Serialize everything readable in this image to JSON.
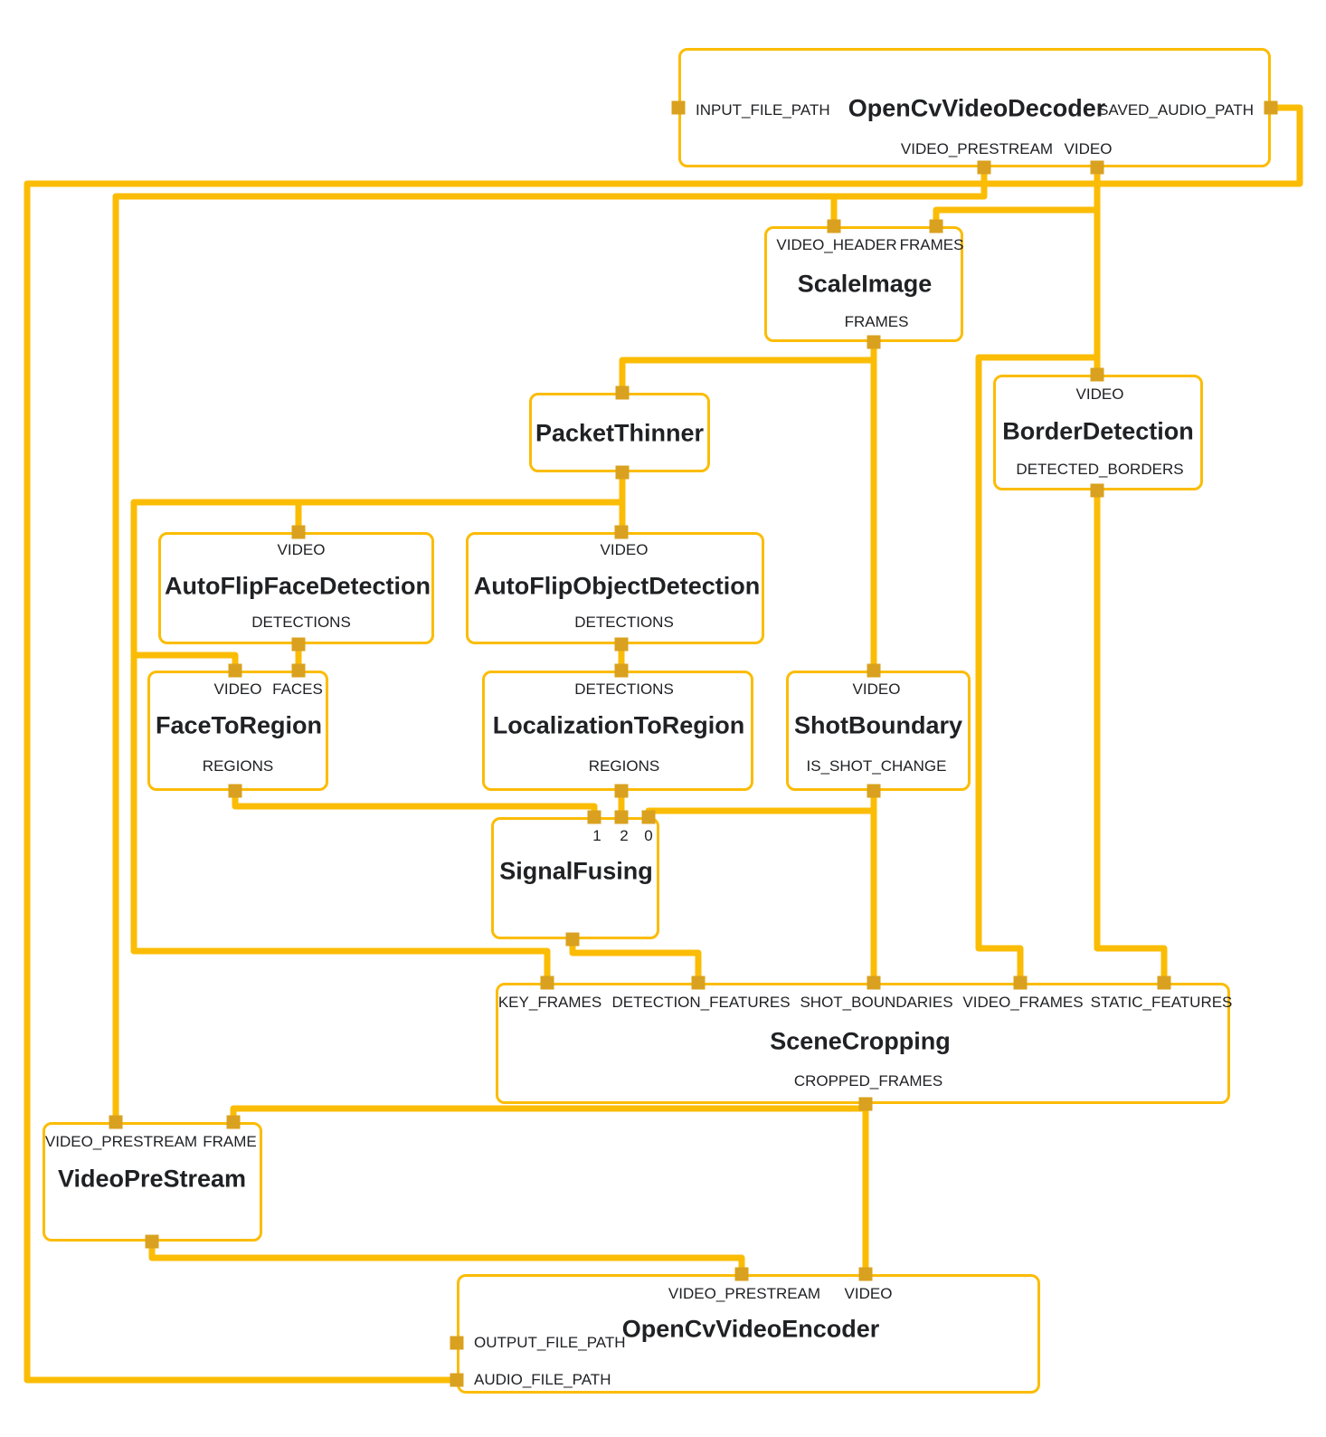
{
  "diagram": {
    "colors": {
      "edge": "#FBBC05",
      "port": "#D9A11F",
      "node_border": "#FBBC05",
      "text": "#202124",
      "bg": "#FFFFFF"
    },
    "nodes": {
      "decoder": {
        "title": "OpenCvVideoDecoder",
        "ports": {
          "input_file_path": "INPUT_FILE_PATH",
          "saved_audio_path": "SAVED_AUDIO_PATH",
          "video_prestream": "VIDEO_PRESTREAM",
          "video": "VIDEO"
        }
      },
      "scale_image": {
        "title": "ScaleImage",
        "ports": {
          "video_header": "VIDEO_HEADER",
          "frames_in": "FRAMES",
          "frames_out": "FRAMES"
        }
      },
      "packet_thinner": {
        "title": "PacketThinner"
      },
      "border_detection": {
        "title": "BorderDetection",
        "ports": {
          "video": "VIDEO",
          "detected_borders": "DETECTED_BORDERS"
        }
      },
      "face_detection": {
        "title": "AutoFlipFaceDetection",
        "ports": {
          "video": "VIDEO",
          "detections": "DETECTIONS"
        }
      },
      "object_detection": {
        "title": "AutoFlipObjectDetection",
        "ports": {
          "video": "VIDEO",
          "detections": "DETECTIONS"
        }
      },
      "face_to_region": {
        "title": "FaceToRegion",
        "ports": {
          "video": "VIDEO",
          "faces": "FACES",
          "regions": "REGIONS"
        }
      },
      "localization_to_region": {
        "title": "LocalizationToRegion",
        "ports": {
          "detections": "DETECTIONS",
          "regions": "REGIONS"
        }
      },
      "shot_boundary": {
        "title": "ShotBoundary",
        "ports": {
          "video": "VIDEO",
          "is_shot_change": "IS_SHOT_CHANGE"
        }
      },
      "signal_fusing": {
        "title": "SignalFusing",
        "ports": {
          "in1": "1",
          "in2": "2",
          "in0": "0"
        }
      },
      "scene_cropping": {
        "title": "SceneCropping",
        "ports": {
          "key_frames": "KEY_FRAMES",
          "detection_features": "DETECTION_FEATURES",
          "shot_boundaries": "SHOT_BOUNDARIES",
          "video_frames": "VIDEO_FRAMES",
          "static_features": "STATIC_FEATURES",
          "cropped_frames": "CROPPED_FRAMES"
        }
      },
      "video_prestream": {
        "title": "VideoPreStream",
        "ports": {
          "video_prestream": "VIDEO_PRESTREAM",
          "frame": "FRAME"
        }
      },
      "encoder": {
        "title": "OpenCvVideoEncoder",
        "ports": {
          "video_prestream": "VIDEO_PRESTREAM",
          "video": "VIDEO",
          "output_file_path": "OUTPUT_FILE_PATH",
          "audio_file_path": "AUDIO_FILE_PATH"
        }
      }
    }
  }
}
